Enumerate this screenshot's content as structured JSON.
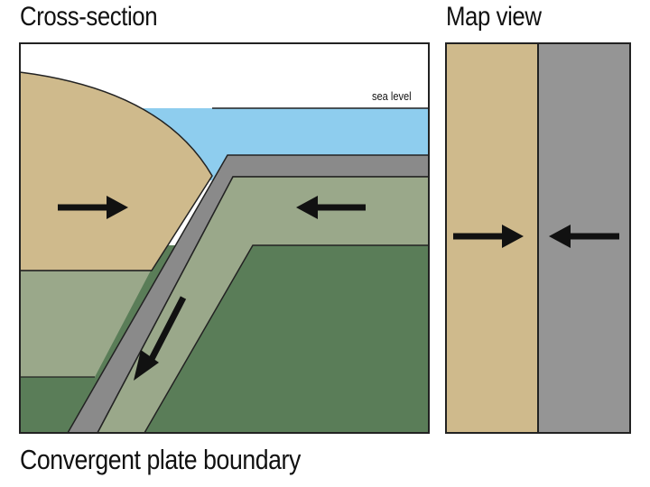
{
  "titles": {
    "cross_section": "Cross-section",
    "map_view": "Map view"
  },
  "labels": {
    "sea_level": "sea level"
  },
  "caption": "Convergent plate boundary",
  "colors": {
    "continental_crust": "#cfba8c",
    "ocean": "#8ecdee",
    "oceanic_crust": "#8a8a8a",
    "lithosphere": "#9aa88a",
    "asthenosphere": "#5a7d58",
    "outline": "#222222",
    "arrow": "#111111",
    "map_left_plate": "#cfba8c",
    "map_right_plate": "#959595"
  },
  "icons": {
    "motion_arrows": "arrow-icon"
  }
}
